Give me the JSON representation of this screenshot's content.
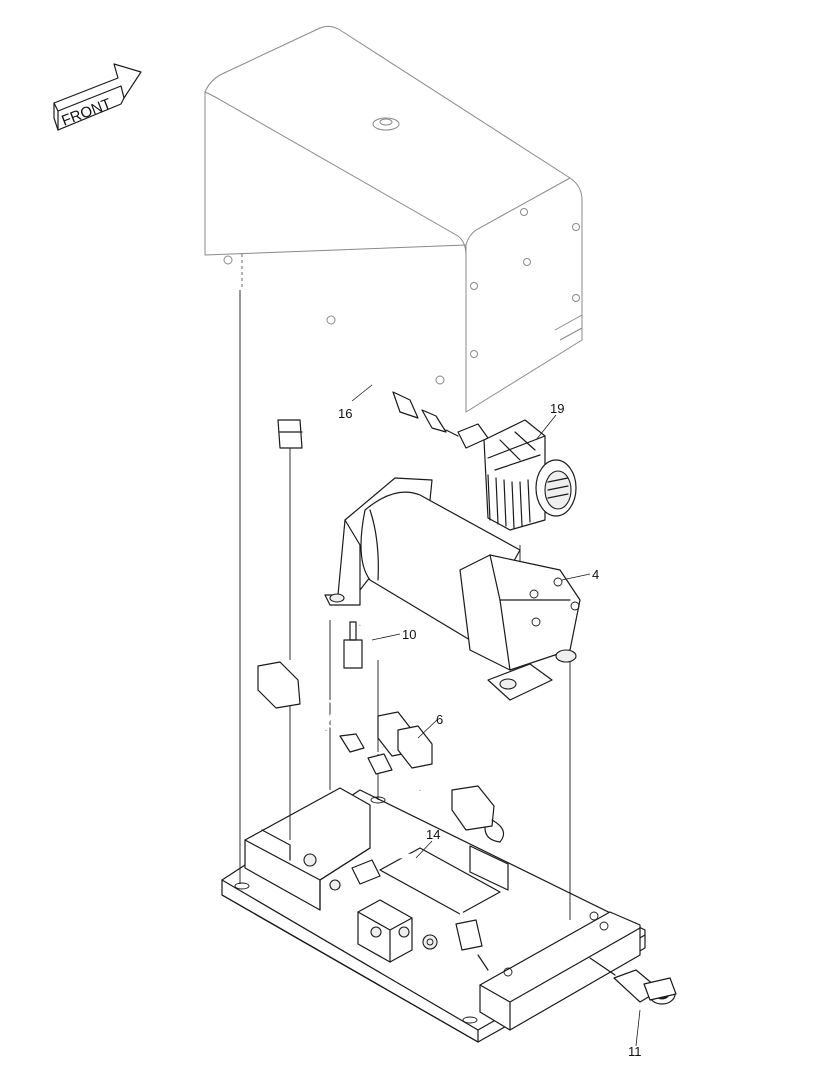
{
  "orientation_label": "FRONT",
  "callouts": [
    {
      "id": "16",
      "label": "16"
    },
    {
      "id": "19",
      "label": "19"
    },
    {
      "id": "4",
      "label": "4"
    },
    {
      "id": "10",
      "label": "10"
    },
    {
      "id": "6",
      "label": "6"
    },
    {
      "id": "14",
      "label": "14"
    },
    {
      "id": "11",
      "label": "11"
    }
  ]
}
